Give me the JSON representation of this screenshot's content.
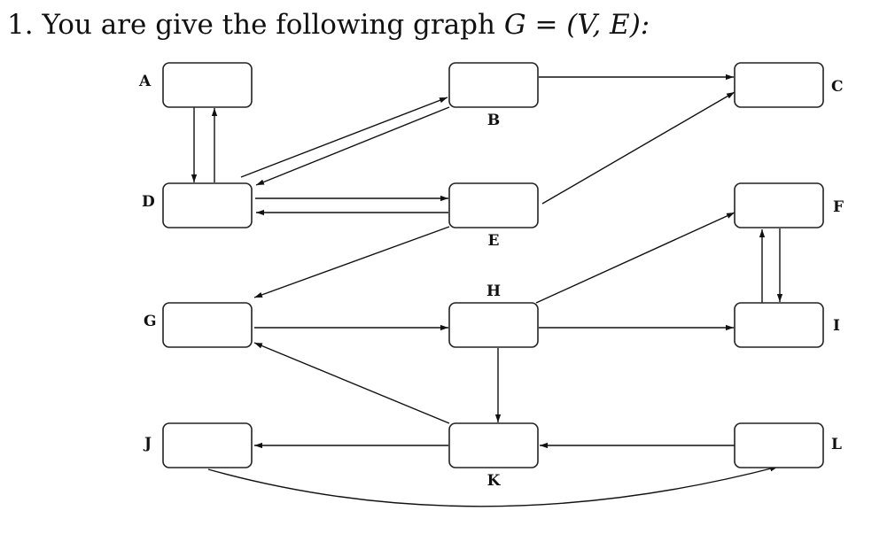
{
  "question": {
    "number": "1.",
    "text": "You are give the following graph",
    "math": "G = (V, E):"
  },
  "graph": {
    "nodes": [
      {
        "id": "A",
        "label": "A"
      },
      {
        "id": "B",
        "label": "B"
      },
      {
        "id": "C",
        "label": "C"
      },
      {
        "id": "D",
        "label": "D"
      },
      {
        "id": "E",
        "label": "E"
      },
      {
        "id": "F",
        "label": "F"
      },
      {
        "id": "G",
        "label": "G"
      },
      {
        "id": "H",
        "label": "H"
      },
      {
        "id": "I",
        "label": "I"
      },
      {
        "id": "J",
        "label": "J"
      },
      {
        "id": "K",
        "label": "K"
      },
      {
        "id": "L",
        "label": "L"
      }
    ],
    "edges": [
      {
        "from": "A",
        "to": "D"
      },
      {
        "from": "D",
        "to": "A"
      },
      {
        "from": "D",
        "to": "B"
      },
      {
        "from": "B",
        "to": "D"
      },
      {
        "from": "B",
        "to": "C"
      },
      {
        "from": "D",
        "to": "E"
      },
      {
        "from": "E",
        "to": "D"
      },
      {
        "from": "E",
        "to": "C"
      },
      {
        "from": "E",
        "to": "G"
      },
      {
        "from": "G",
        "to": "H"
      },
      {
        "from": "H",
        "to": "F"
      },
      {
        "from": "H",
        "to": "I"
      },
      {
        "from": "H",
        "to": "K"
      },
      {
        "from": "I",
        "to": "F"
      },
      {
        "from": "F",
        "to": "I"
      },
      {
        "from": "K",
        "to": "G"
      },
      {
        "from": "K",
        "to": "J"
      },
      {
        "from": "L",
        "to": "K"
      },
      {
        "from": "J",
        "to": "L"
      }
    ]
  }
}
